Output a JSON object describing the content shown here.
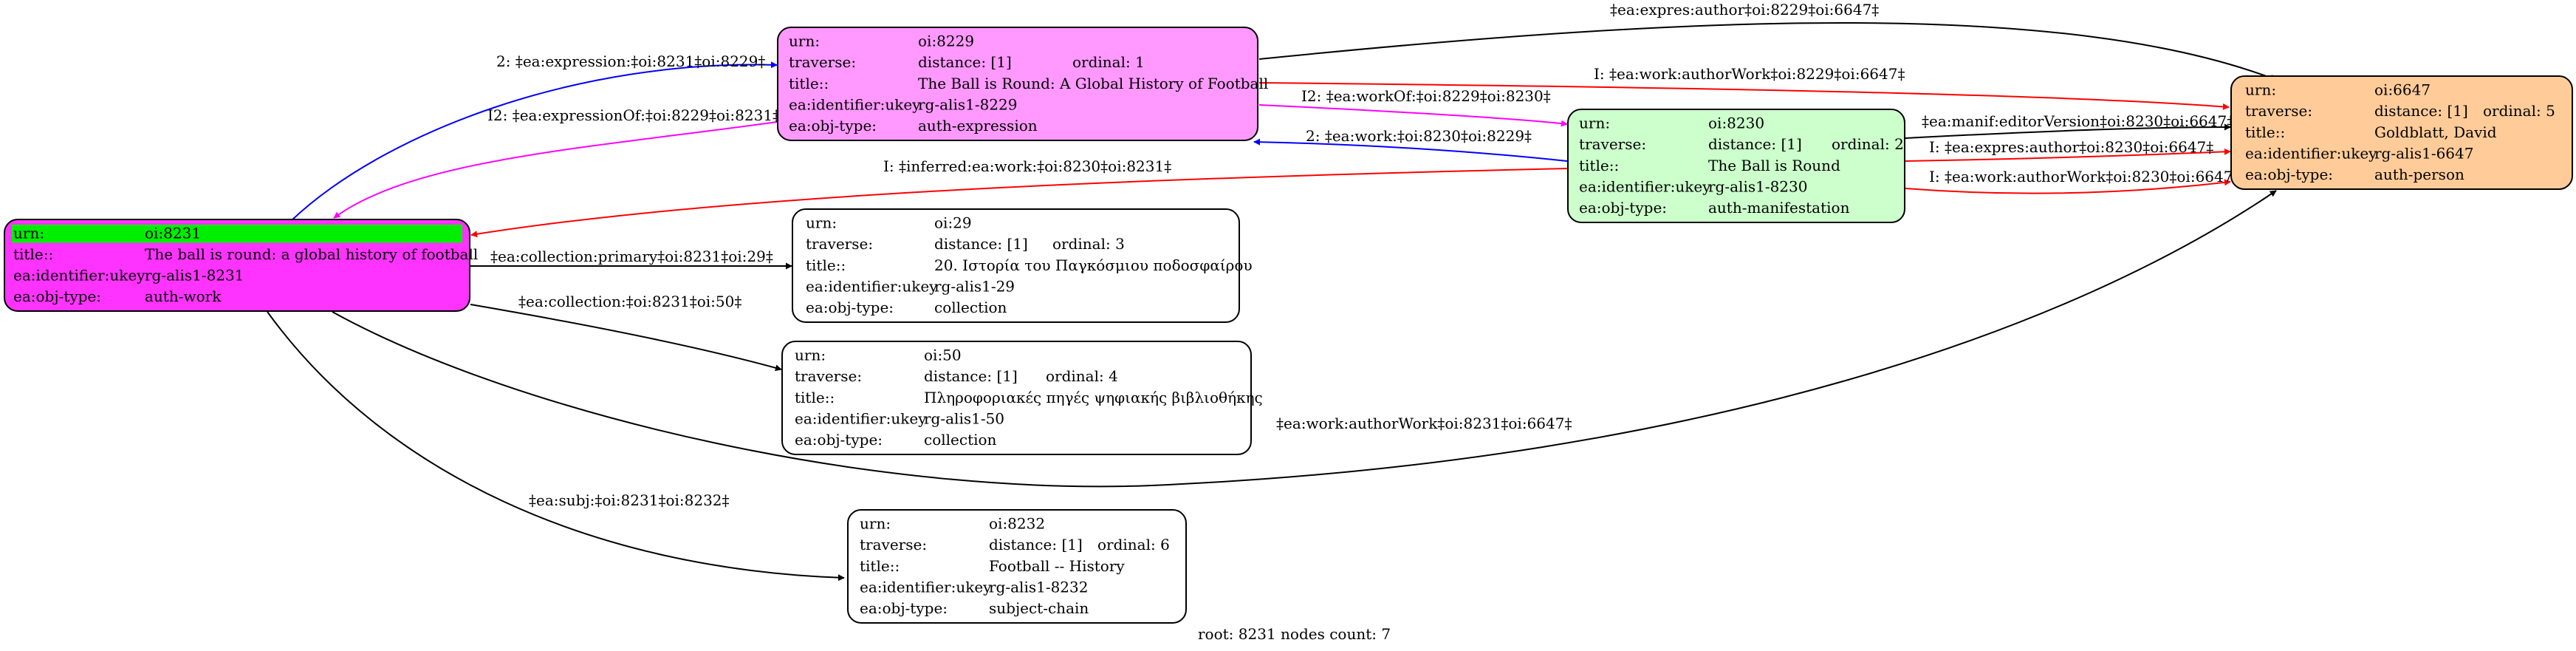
{
  "nodes": {
    "n8231": {
      "fill": "#ff33ff",
      "urn_highlight": "#00ee00",
      "rows": [
        {
          "k": "urn:",
          "v": "oi:8231"
        },
        {
          "k": "title::",
          "v": "The ball is round: a global history of football"
        },
        {
          "k": "ea:identifier:ukey",
          "v": "rg-alis1-8231"
        },
        {
          "k": "ea:obj-type:",
          "v": "auth-work"
        }
      ]
    },
    "n8229": {
      "fill": "#ff99ff",
      "rows": [
        {
          "k": "urn:",
          "v": "oi:8229"
        },
        {
          "k": "traverse:",
          "v": "distance: [1]",
          "v2": "ordinal: 1"
        },
        {
          "k": "title::",
          "v": "The Ball is Round: A Global History of Football"
        },
        {
          "k": "ea:identifier:ukey",
          "v": "rg-alis1-8229"
        },
        {
          "k": "ea:obj-type:",
          "v": "auth-expression"
        }
      ]
    },
    "n8230": {
      "fill": "#ccffcc",
      "rows": [
        {
          "k": "urn:",
          "v": "oi:8230"
        },
        {
          "k": "traverse:",
          "v": "distance: [1]",
          "v2": "ordinal: 2"
        },
        {
          "k": "title::",
          "v": "The Ball is Round"
        },
        {
          "k": "ea:identifier:ukey",
          "v": "rg-alis1-8230"
        },
        {
          "k": "ea:obj-type:",
          "v": "auth-manifestation"
        }
      ]
    },
    "n6647": {
      "fill": "#ffcc99",
      "rows": [
        {
          "k": "urn:",
          "v": "oi:6647"
        },
        {
          "k": "traverse:",
          "v": "distance: [1]",
          "v2": "ordinal: 5"
        },
        {
          "k": "title::",
          "v": "Goldblatt, David"
        },
        {
          "k": "ea:identifier:ukey",
          "v": "rg-alis1-6647"
        },
        {
          "k": "ea:obj-type:",
          "v": "auth-person"
        }
      ]
    },
    "n29": {
      "fill": "#ffffff",
      "rows": [
        {
          "k": "urn:",
          "v": "oi:29"
        },
        {
          "k": "traverse:",
          "v": "distance: [1]",
          "v2": "ordinal: 3"
        },
        {
          "k": "title::",
          "v": "20. Ιστορία του Παγκόσμιου ποδοσφαίρου"
        },
        {
          "k": "ea:identifier:ukey",
          "v": "rg-alis1-29"
        },
        {
          "k": "ea:obj-type:",
          "v": "collection"
        }
      ]
    },
    "n50": {
      "fill": "#ffffff",
      "rows": [
        {
          "k": "urn:",
          "v": "oi:50"
        },
        {
          "k": "traverse:",
          "v": "distance: [1]",
          "v2": "ordinal: 4"
        },
        {
          "k": "title::",
          "v": "Πληροφοριακές πηγές ψηφιακής βιβλιοθήκης"
        },
        {
          "k": "ea:identifier:ukey",
          "v": "rg-alis1-50"
        },
        {
          "k": "ea:obj-type:",
          "v": "collection"
        }
      ]
    },
    "n8232": {
      "fill": "#ffffff",
      "rows": [
        {
          "k": "urn:",
          "v": "oi:8232"
        },
        {
          "k": "traverse:",
          "v": "distance: [1]",
          "v2": "ordinal: 6"
        },
        {
          "k": "title::",
          "v": "Football -- History"
        },
        {
          "k": "ea:identifier:ukey",
          "v": "rg-alis1-8232"
        },
        {
          "k": "ea:obj-type:",
          "v": "subject-chain"
        }
      ]
    }
  },
  "edges": {
    "e1": {
      "label": "2: ‡ea:expression:‡oi:8231‡oi:8229‡",
      "color": "#0000ff"
    },
    "e2": {
      "label": "I2: ‡ea:expressionOf:‡oi:8229‡oi:8231‡",
      "color": "#ff00ff"
    },
    "e3": {
      "label": "‡ea:expres:author‡oi:8229‡oi:6647‡",
      "color": "#000000"
    },
    "e4": {
      "label": "I: ‡ea:work:authorWork‡oi:8229‡oi:6647‡",
      "color": "#ff0000"
    },
    "e5": {
      "label": "I2: ‡ea:workOf:‡oi:8229‡oi:8230‡",
      "color": "#ff00ff"
    },
    "e6": {
      "label": "2: ‡ea:work:‡oi:8230‡oi:8229‡",
      "color": "#0000ff"
    },
    "e7": {
      "label": "I: ‡inferred:ea:work:‡oi:8230‡oi:8231‡",
      "color": "#ff0000"
    },
    "e8": {
      "label": "‡ea:manif:editorVersion‡oi:8230‡oi:6647‡",
      "color": "#000000"
    },
    "e9": {
      "label": "I: ‡ea:expres:author‡oi:8230‡oi:6647‡",
      "color": "#ff0000"
    },
    "e10": {
      "label": "I: ‡ea:work:authorWork‡oi:8230‡oi:6647‡",
      "color": "#ff0000"
    },
    "e11": {
      "label": "‡ea:collection:primary‡oi:8231‡oi:29‡",
      "color": "#000000"
    },
    "e12": {
      "label": "‡ea:collection:‡oi:8231‡oi:50‡",
      "color": "#000000"
    },
    "e13": {
      "label": "‡ea:work:authorWork‡oi:8231‡oi:6647‡",
      "color": "#000000"
    },
    "e14": {
      "label": "‡ea:subj:‡oi:8231‡oi:8232‡",
      "color": "#000000"
    }
  },
  "footer": "root: 8231 nodes count: 7"
}
